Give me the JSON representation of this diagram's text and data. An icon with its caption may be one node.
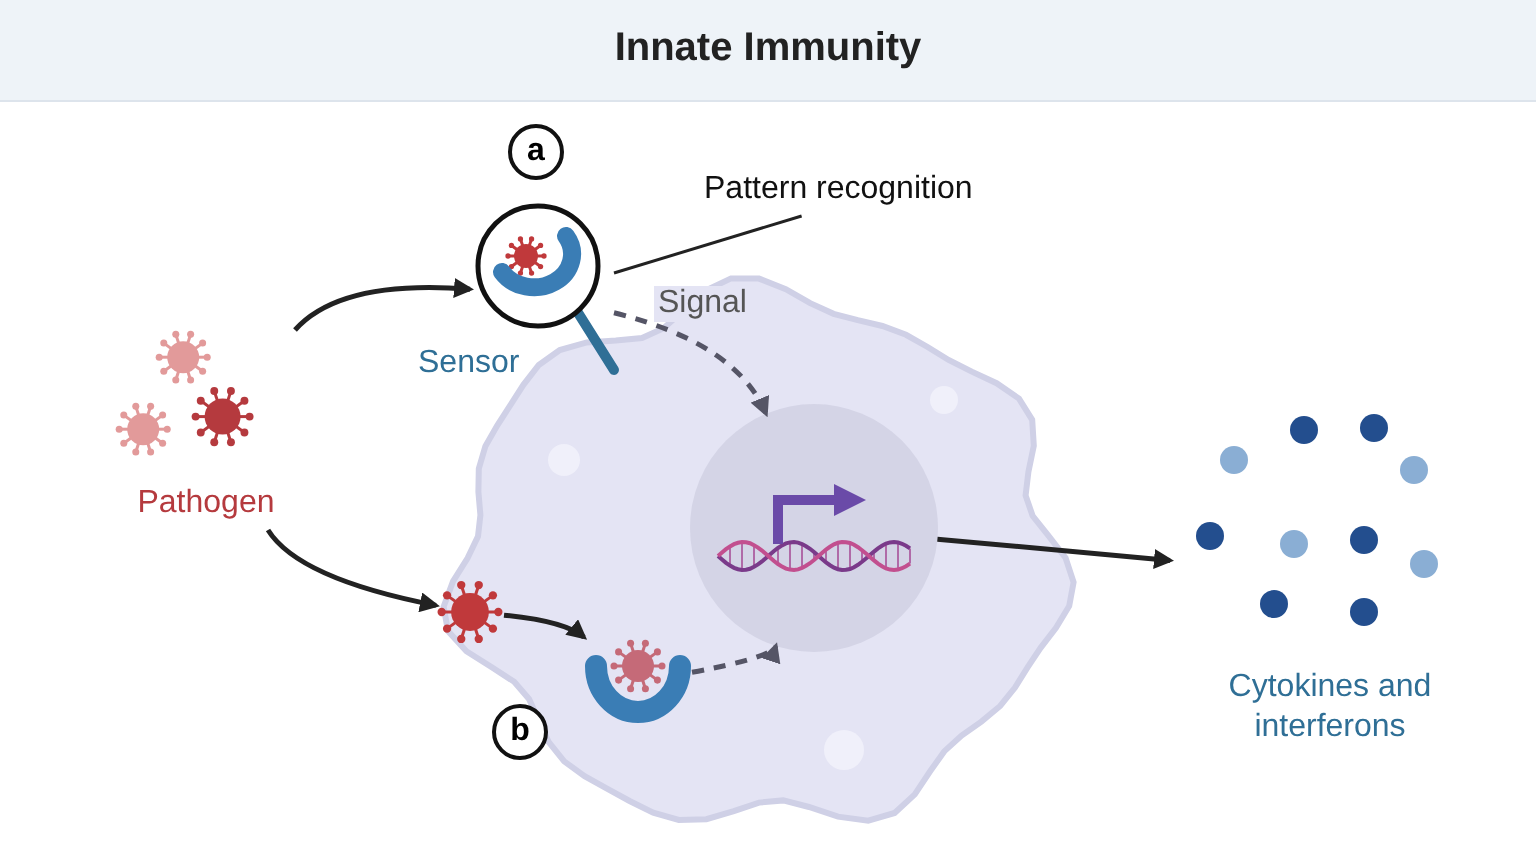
{
  "diagram": {
    "title": "Innate Immunity",
    "nodes": [
      {
        "text": [
          "Pathogen"
        ]
      },
      {
        "text": [
          "Sensor"
        ]
      },
      {
        "text": [],
        "shape": "cell"
      },
      {
        "text": [],
        "shape": "circle",
        "in": 2
      },
      {
        "text": [],
        "shape": "picture"
      },
      {
        "text": [],
        "shape": "picture",
        "in": 2
      },
      {
        "text": [
          "Cytokines and interferons"
        ]
      },
      {
        "text": [
          "Pattern recognition"
        ]
      },
      {
        "text": [
          "a"
        ]
      },
      {
        "text": [
          "b"
        ]
      }
    ],
    "edges": [
      {
        "from": 0,
        "to": 1,
        "arrow": "to"
      },
      {
        "from": 0,
        "to": 4,
        "arrow": "to"
      },
      {
        "from": 4,
        "to": 5,
        "arrow": "to"
      },
      {
        "from": 1,
        "to": 3,
        "arrow": "to",
        "label": "Signal",
        "style": "dashed",
        "color": "#555566"
      },
      {
        "from": 5,
        "to": 3,
        "arrow": "to",
        "style": "dashed",
        "color": "#555566"
      },
      {
        "from": 3,
        "to": 6,
        "arrow": "to"
      },
      {
        "from": 7,
        "to": 1,
        "arrow": "none"
      }
    ]
  }
}
